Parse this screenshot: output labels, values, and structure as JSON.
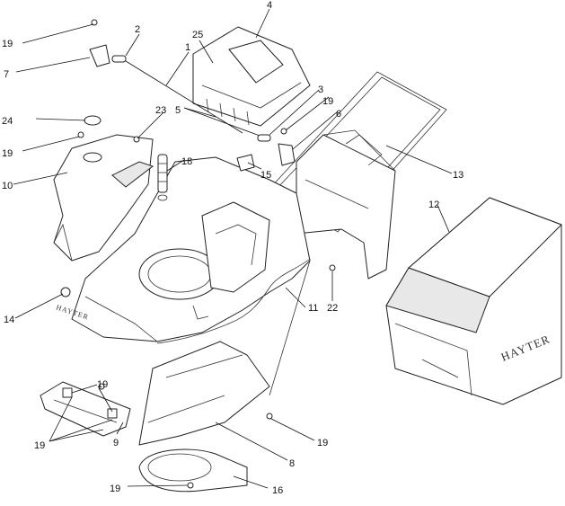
{
  "callouts": [
    {
      "id": "c19a",
      "label": "19"
    },
    {
      "id": "c7",
      "label": "7"
    },
    {
      "id": "c2",
      "label": "2"
    },
    {
      "id": "c1",
      "label": "1"
    },
    {
      "id": "c25",
      "label": "25"
    },
    {
      "id": "c4",
      "label": "4"
    },
    {
      "id": "c3",
      "label": "3"
    },
    {
      "id": "c19b",
      "label": "19"
    },
    {
      "id": "c6",
      "label": "6"
    },
    {
      "id": "c5",
      "label": "5"
    },
    {
      "id": "c23",
      "label": "23"
    },
    {
      "id": "c24",
      "label": "24"
    },
    {
      "id": "c19c",
      "label": "19"
    },
    {
      "id": "c18",
      "label": "18"
    },
    {
      "id": "c15",
      "label": "15"
    },
    {
      "id": "c13",
      "label": "13"
    },
    {
      "id": "c10",
      "label": "10"
    },
    {
      "id": "c12",
      "label": "12"
    },
    {
      "id": "c14",
      "label": "14"
    },
    {
      "id": "c11",
      "label": "11"
    },
    {
      "id": "c22",
      "label": "22"
    },
    {
      "id": "c19d",
      "label": "19"
    },
    {
      "id": "c19e",
      "label": "19"
    },
    {
      "id": "c9",
      "label": "9"
    },
    {
      "id": "c19f",
      "label": "19"
    },
    {
      "id": "c8",
      "label": "8"
    },
    {
      "id": "c19g",
      "label": "19"
    },
    {
      "id": "c16",
      "label": "16"
    }
  ],
  "branding": {
    "deck_logo": "HAYTER",
    "bag_logo": "HAYTER"
  }
}
